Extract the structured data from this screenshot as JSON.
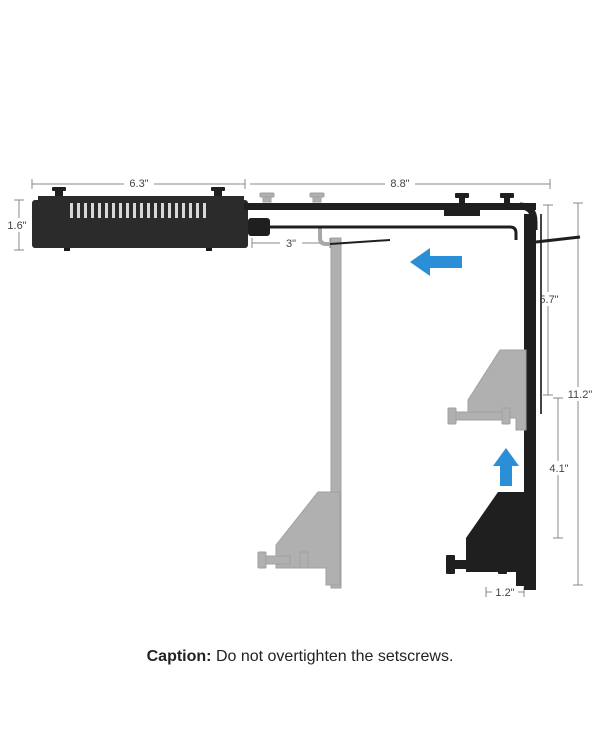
{
  "dimensions": {
    "fixture_width": "6.3\"",
    "arm_width": "8.8\"",
    "fixture_height": "1.6\"",
    "arm_offset": "3\"",
    "upper_height": "5.7\"",
    "total_height": "11.2\"",
    "clamp_travel": "4.1\"",
    "clamp_width": "1.2\""
  },
  "caption": {
    "label": "Caption:",
    "text": "Do not overtighten the setscrews."
  },
  "colors": {
    "fixture": "#2b2b2b",
    "bracket": "#1f1f1f",
    "ghost": "#a9a9a9",
    "arrow": "#2a8fd6",
    "dimension_line": "#888888"
  },
  "icons": [
    "left-arrow-icon",
    "up-arrow-icon"
  ]
}
